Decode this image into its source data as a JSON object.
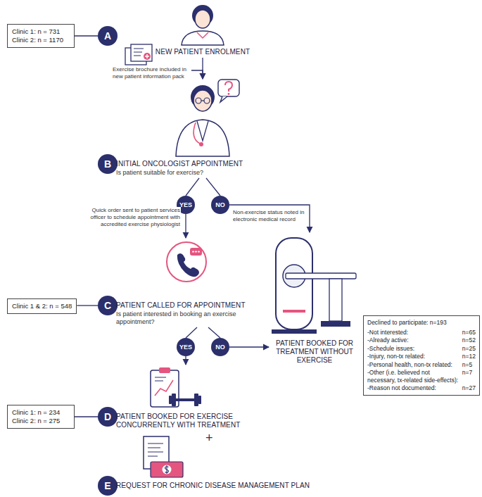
{
  "diagram": {
    "nodes": [
      {
        "text": [
          "Clinic 1: n = 731",
          "Clinic 2: n = 1170"
        ]
      },
      {
        "text": [
          "A"
        ]
      },
      {
        "text": [
          "NEW PATIENT ENROLMENT"
        ]
      },
      {
        "text": [
          "Exercise brochure included in new patient information pack"
        ]
      },
      {
        "text": [
          "B"
        ]
      },
      {
        "text": [
          "INITIAL ONCOLOGIST APPOINTMENT",
          "Is patient suitable for exercise?"
        ]
      },
      {
        "text": [
          "YES"
        ]
      },
      {
        "text": [
          "NO"
        ]
      },
      {
        "text": [
          "Clinic 1 & 2: n = 548"
        ]
      },
      {
        "text": [
          "C"
        ]
      },
      {
        "text": [
          "PATIENT CALLED FOR APPOINTMENT",
          "Is patient interested in booking an exercise appointment?"
        ]
      },
      {
        "text": [
          "YES"
        ]
      },
      {
        "text": [
          "NO"
        ]
      },
      {
        "text": [
          "PATIENT BOOKED FOR TREATMENT WITHOUT EXERCISE"
        ]
      },
      {
        "text": [
          "Declined to participate: n=193",
          "-Not interested:",
          "n=65",
          "-Already active:",
          "n=52",
          "-Schedule issues:",
          "n=25",
          "-Injury, non-tx related:",
          "n=12",
          "-Personal health, non-tx related:",
          "n=5",
          "-Other (i.e. believed not necessary, tx-related side-effects):",
          "n=7",
          "-Reason not documented:",
          "n=27"
        ]
      },
      {
        "text": [
          "Clinic 1: n = 234",
          "Clinic 2: n = 275"
        ]
      },
      {
        "text": [
          "D"
        ]
      },
      {
        "text": [
          "PATIENT BOOKED FOR EXERCISE CONCURRENTLY WITH TREATMENT"
        ]
      },
      {
        "text": [
          "E"
        ]
      },
      {
        "text": [
          "REQUEST FOR CHRONIC DISEASE MANAGEMENT PLAN"
        ]
      }
    ],
    "edges": [
      {
        "from": 0,
        "to": 1,
        "arrow": "none"
      },
      {
        "from": 8,
        "to": 9,
        "arrow": "none"
      },
      {
        "from": 15,
        "to": 16,
        "arrow": "none"
      },
      {
        "from": 2,
        "to": 5,
        "arrow": "to"
      },
      {
        "from": 3,
        "to": 5,
        "arrow": "to"
      },
      {
        "from": 5,
        "to": 6,
        "arrow": "none"
      },
      {
        "from": 5,
        "to": 7,
        "arrow": "none"
      },
      {
        "from": 6,
        "to": 10,
        "arrow": "to",
        "label": "Quick order sent to patient services officer to schedule appointment with accredited exercise physiologist"
      },
      {
        "from": 7,
        "to": 13,
        "arrow": "to",
        "label": "Non-exercise status noted in electronic medical record"
      },
      {
        "from": 10,
        "to": 11,
        "arrow": "none"
      },
      {
        "from": 10,
        "to": 12,
        "arrow": "none"
      },
      {
        "from": 11,
        "to": 17,
        "arrow": "to"
      },
      {
        "from": 12,
        "to": 13,
        "arrow": "to"
      }
    ],
    "labels": [
      "+"
    ]
  }
}
